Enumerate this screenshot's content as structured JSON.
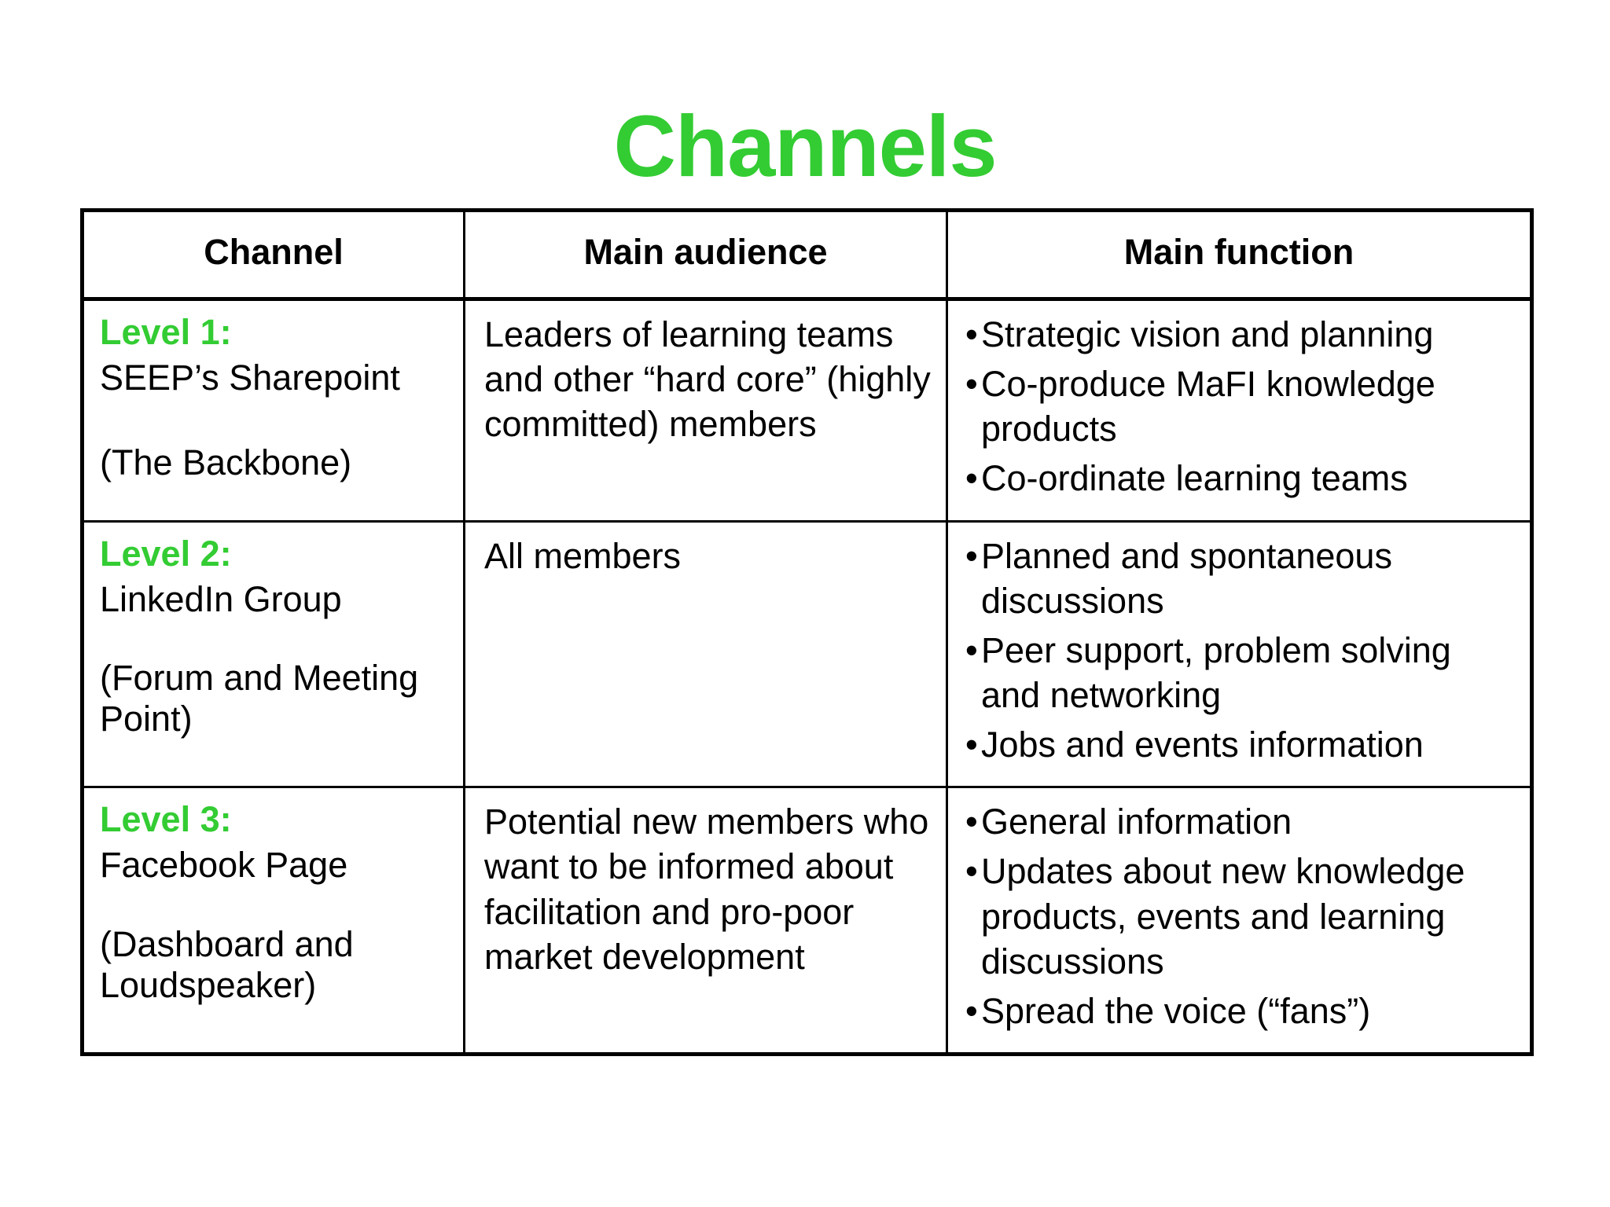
{
  "slide": {
    "title": "Channels",
    "title_color": "#33cc33",
    "text_color": "#000000",
    "background": "#ffffff"
  },
  "table": {
    "headers": {
      "channel": "Channel",
      "audience": "Main audience",
      "function": "Main function"
    },
    "rows": [
      {
        "level_label": "Level 1:",
        "channel_name": "SEEP’s Sharepoint",
        "channel_alias": "(The Backbone)",
        "audience": "Leaders of learning teams and other “hard core” (highly committed) members",
        "functions": [
          "Strategic vision and planning",
          "Co-produce MaFI knowledge products",
          "Co-ordinate learning teams"
        ]
      },
      {
        "level_label": "Level 2:",
        "channel_name": "LinkedIn Group",
        "channel_alias": "(Forum and Meeting Point)",
        "audience": "All members",
        "functions": [
          "Planned and spontaneous discussions",
          "Peer support, problem solving and networking",
          "Jobs and events information"
        ]
      },
      {
        "level_label": "Level 3:",
        "channel_name": "Facebook Page",
        "channel_alias": "(Dashboard and Loudspeaker)",
        "audience": "Potential new members who want to be informed about facilitation and pro-poor market development",
        "functions": [
          "General information",
          "Updates about new knowledge products, events and learning discussions",
          "Spread the voice (“fans”)"
        ]
      }
    ]
  }
}
